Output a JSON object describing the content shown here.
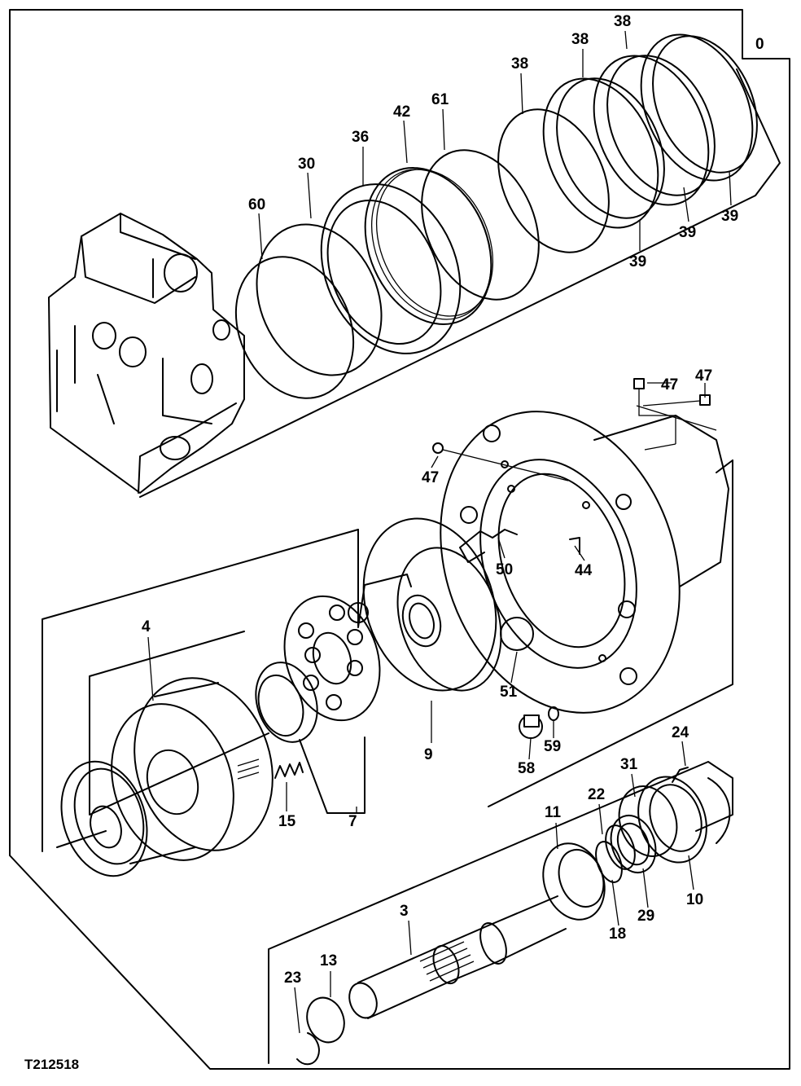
{
  "figure_id": "T212518",
  "group_label": "0",
  "callouts": {
    "c60": "60",
    "c30": "30",
    "c36": "36",
    "c42": "42",
    "c61": "61",
    "c38a": "38",
    "c38b": "38",
    "c38c": "38",
    "c39a": "39",
    "c39b": "39",
    "c39c": "39",
    "c47a": "47",
    "c47b": "47",
    "c47c": "47",
    "c50": "50",
    "c44": "44",
    "c51": "51",
    "c58": "58",
    "c59": "59",
    "c9": "9",
    "c4": "4",
    "c7": "7",
    "c15": "15",
    "c24": "24",
    "c31": "31",
    "c22": "22",
    "c11": "11",
    "c29": "29",
    "c18": "18",
    "c10": "10",
    "c3": "3",
    "c13": "13",
    "c23": "23"
  }
}
